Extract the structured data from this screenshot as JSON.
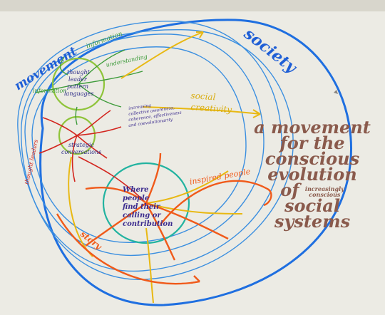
{
  "labels": {
    "society": "society",
    "movement": "movement",
    "information_top": "information",
    "information_left": "information",
    "understanding": "understanding",
    "thought": "thought",
    "leader": "leader",
    "pattern": "pattern",
    "languages": "languages",
    "inc1": "increasing",
    "inc2": "collective awareness,",
    "inc3": "coherence, effectiveness",
    "inc4": "and coevolutionarity",
    "strategic": "strategic",
    "conversations": "conversations",
    "thought_leaders_side": "thought leaders",
    "social": "social",
    "creativity": "creativity",
    "inspired_people": "inspired people",
    "where1": "Where",
    "where2": "people",
    "where3": "find their",
    "where4": "calling or",
    "where5": "contribution",
    "story": "story"
  },
  "title_lines": {
    "l1": "a movement",
    "l2": "for the",
    "l3": "conscious",
    "l4": "evolution",
    "l5a": "of",
    "l5b": "increasingly",
    "l5c": "conscious",
    "l6": "social",
    "l7": "systems"
  },
  "colors": {
    "paper": "#e9e7e0",
    "society_circle": "#1f6fe0",
    "movement_lines": "#3b8fe0",
    "green": "#3d9b3a",
    "yellow": "#e8b812",
    "orange": "#f05a1a",
    "red": "#d3261f",
    "teal": "#22b3a0",
    "brown": "#8a5a4c"
  }
}
